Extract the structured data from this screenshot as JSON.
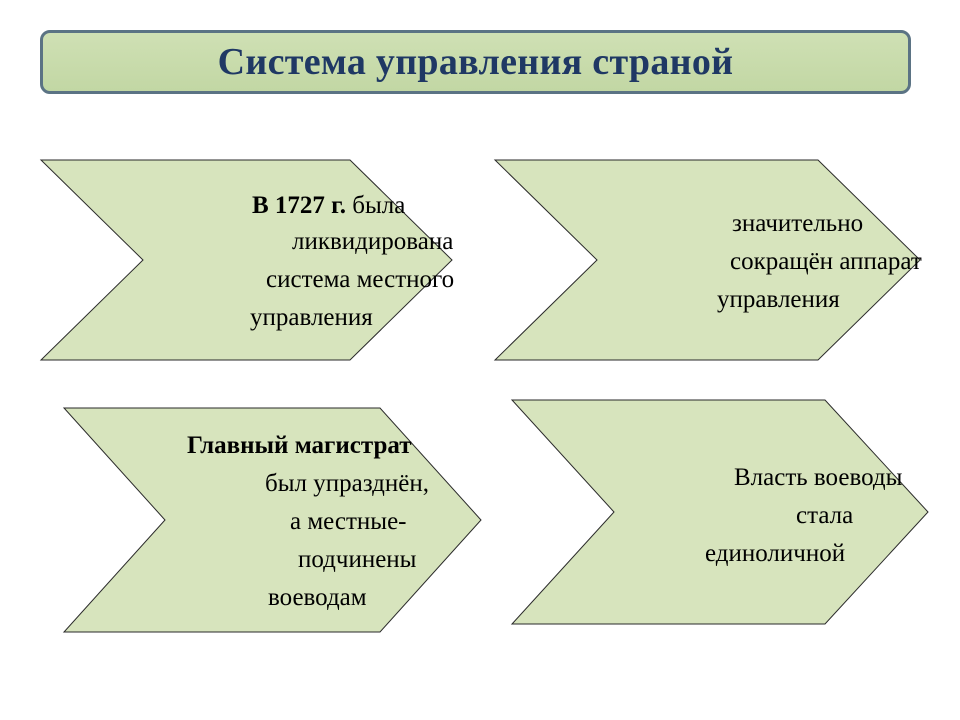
{
  "title": "Система управления страной",
  "colors": {
    "shape_fill": "#d7e4bd",
    "shape_stroke": "#2a2a2a",
    "title_text": "#1f3864"
  },
  "arrows": [
    {
      "lines": [
        {
          "bold": "В 1727 г.",
          "rest": " была"
        },
        {
          "rest": "ликвидирована"
        },
        {
          "rest": "система местного"
        },
        {
          "rest": "управления"
        }
      ]
    },
    {
      "lines": [
        {
          "rest": "значительно"
        },
        {
          "rest": "сокращён аппарат"
        },
        {
          "rest": "управления"
        }
      ]
    },
    {
      "lines": [
        {
          "bold": "Главный магистрат"
        },
        {
          "rest": "был упразднён,"
        },
        {
          "rest": "а местные-"
        },
        {
          "rest": "подчинены"
        },
        {
          "rest": "воеводам"
        }
      ]
    },
    {
      "lines": [
        {
          "rest": "Власть воеводы"
        },
        {
          "rest": "стала"
        },
        {
          "rest": "единоличной"
        }
      ]
    }
  ]
}
